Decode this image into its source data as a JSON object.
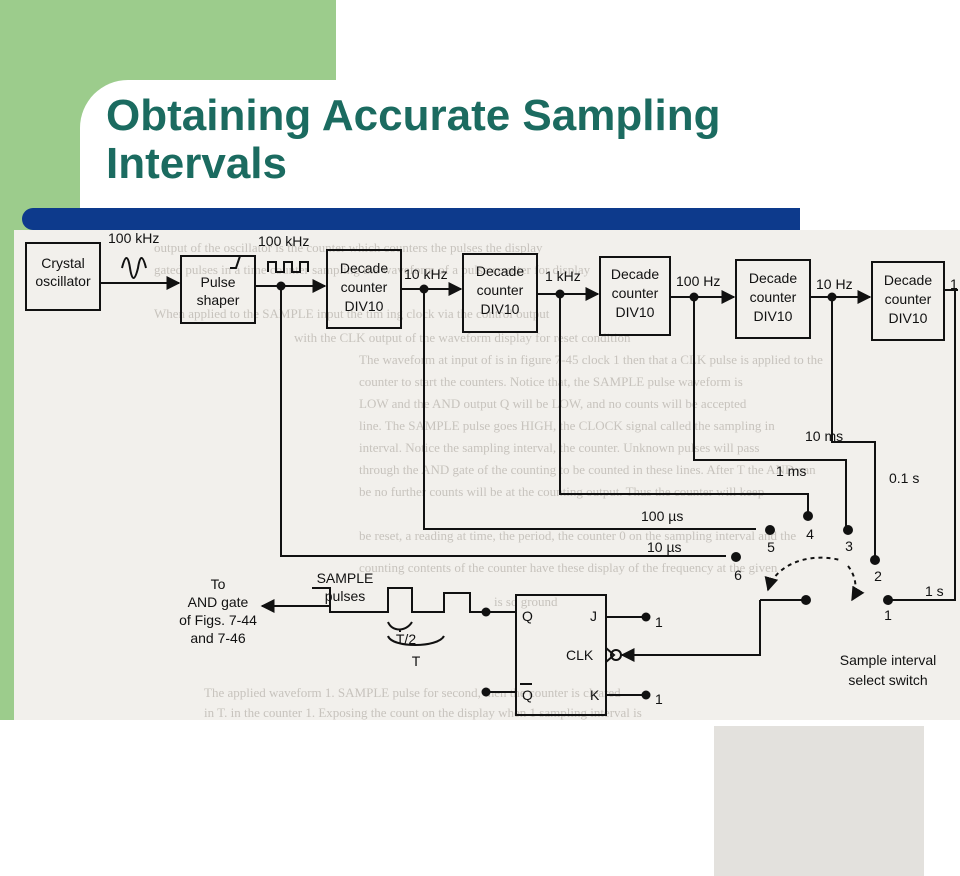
{
  "slide": {
    "title": "Obtaining Accurate Sampling\nIntervals",
    "colors": {
      "title": "#1b6b60",
      "accent_bar": "#0d3a8c",
      "deco": "#9ccc8c"
    }
  },
  "diagram": {
    "blocks": {
      "crystal": "Crystal\noscillator",
      "shaper": "Pulse\nshaper",
      "counter1": "Decade\ncounter\nDIV10",
      "counter2": "Decade\ncounter\nDIV10",
      "counter3": "Decade\ncounter\nDIV10",
      "counter4": "Decade\ncounter\nDIV10",
      "counter5": "Decade\ncounter\nDIV10"
    },
    "freqs": {
      "osc_out": "100 kHz",
      "shaper_out": "100 kHz",
      "c1_out": "10 kHz",
      "c2_out": "1 kHz",
      "c3_out": "100 Hz",
      "c4_out": "10 Hz",
      "c5_out": "1"
    },
    "periods": {
      "p10ms": "10 ms",
      "p1ms": "1 ms",
      "p01s": "0.1 s",
      "p100us": "100 µs",
      "p10us": "10 µs",
      "p1s": "1 s"
    },
    "switch_positions": [
      "1",
      "2",
      "3",
      "4",
      "5",
      "6"
    ],
    "switch_label": "Sample interval\nselect switch",
    "output": {
      "to_label": "To\nAND gate\nof Figs. 7-44\nand 7-46",
      "sample_label": "SAMPLE\npulses",
      "t_half": "T/2",
      "t": "T"
    },
    "flipflop": {
      "q": "Q",
      "qbar": "Q",
      "j": "J",
      "k": "K",
      "clk": "CLK",
      "j_val": "1",
      "k_val": "1"
    }
  },
  "background_text": [
    "output of the oscillator is the counter which counters the pulses the display",
    "gated pulses in a time counter sampling the waveform of a pulse counter for display",
    "When applied to the SAMPLE input the tim ing clock via the control output",
    "with the CLK output of the waveform display for reset condition",
    "The waveform at input of is in figure 7-45 clock 1 then that a CLK pulse is applied to the",
    "counter to start the counters. Notice that, the SAMPLE pulse waveform is",
    "LOW and the AND output Q will be LOW, and no counts will be accepted",
    "line. The SAMPLE pulse goes HIGH, the CLOCK signal called the sampling in",
    "interval. Notice the sampling interval, the counter. Unknown pulses will pass",
    "through the AND gate of the counting to be counted in these lines. After T the AND can",
    "be no further counts will be at the counting output. Thus the counter will keep",
    "be reset, a reading at time, the period, the counter 0 on the sampling interval and the",
    "counting contents of the counter have these display of the frequency at the given",
    "is so ground",
    "The applied waveform 1. SAMPLE pulse for second, then the counter is cleared",
    "in T. in the counter 1. Exposing the count on the display when 1 sampling interval is"
  ]
}
